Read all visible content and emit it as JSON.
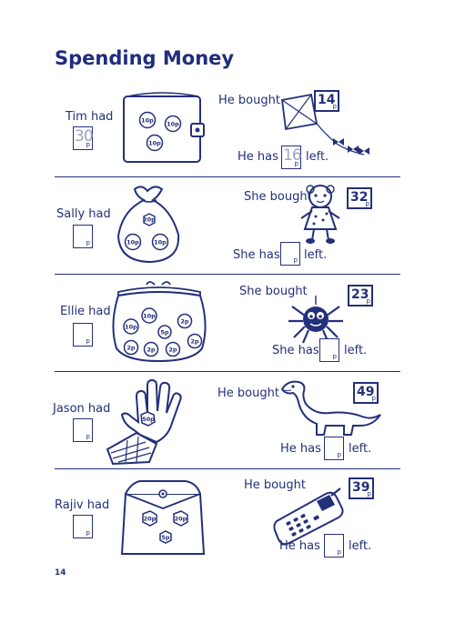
{
  "title": "Spending Money",
  "page_number": "14",
  "pence_unit": "p",
  "rows": [
    {
      "had_label": "Tim had",
      "had_amount": "30",
      "bought_label": "He bought",
      "item": "kite",
      "price": "14",
      "has_label": "He has",
      "has_amount": "16",
      "left_label": "left.",
      "coins": [
        "10p",
        "10p",
        "10p"
      ]
    },
    {
      "had_label": "Sally had",
      "had_amount": "",
      "bought_label": "She bought",
      "item": "doll",
      "price": "32",
      "has_label": "She has",
      "has_amount": "",
      "left_label": "left.",
      "coins": [
        "20p",
        "10p",
        "10p"
      ]
    },
    {
      "had_label": "Ellie had",
      "had_amount": "",
      "bought_label": "She bought",
      "item": "spider",
      "price": "23",
      "has_label": "She has",
      "has_amount": "",
      "left_label": "left.",
      "coins": [
        "10p",
        "5p",
        "2p",
        "10p",
        "2p",
        "2p",
        "2p",
        "2p"
      ]
    },
    {
      "had_label": "Jason had",
      "had_amount": "",
      "bought_label": "He bought",
      "item": "dinosaur",
      "price": "49",
      "has_label": "He has",
      "has_amount": "",
      "left_label": "left.",
      "coins": [
        "50p"
      ]
    },
    {
      "had_label": "Rajiv had",
      "had_amount": "",
      "bought_label": "He bought",
      "item": "mobile phone",
      "price": "39",
      "has_label": "He has",
      "has_amount": "",
      "left_label": "left.",
      "coins": [
        "20p",
        "20p",
        "5p"
      ]
    }
  ]
}
